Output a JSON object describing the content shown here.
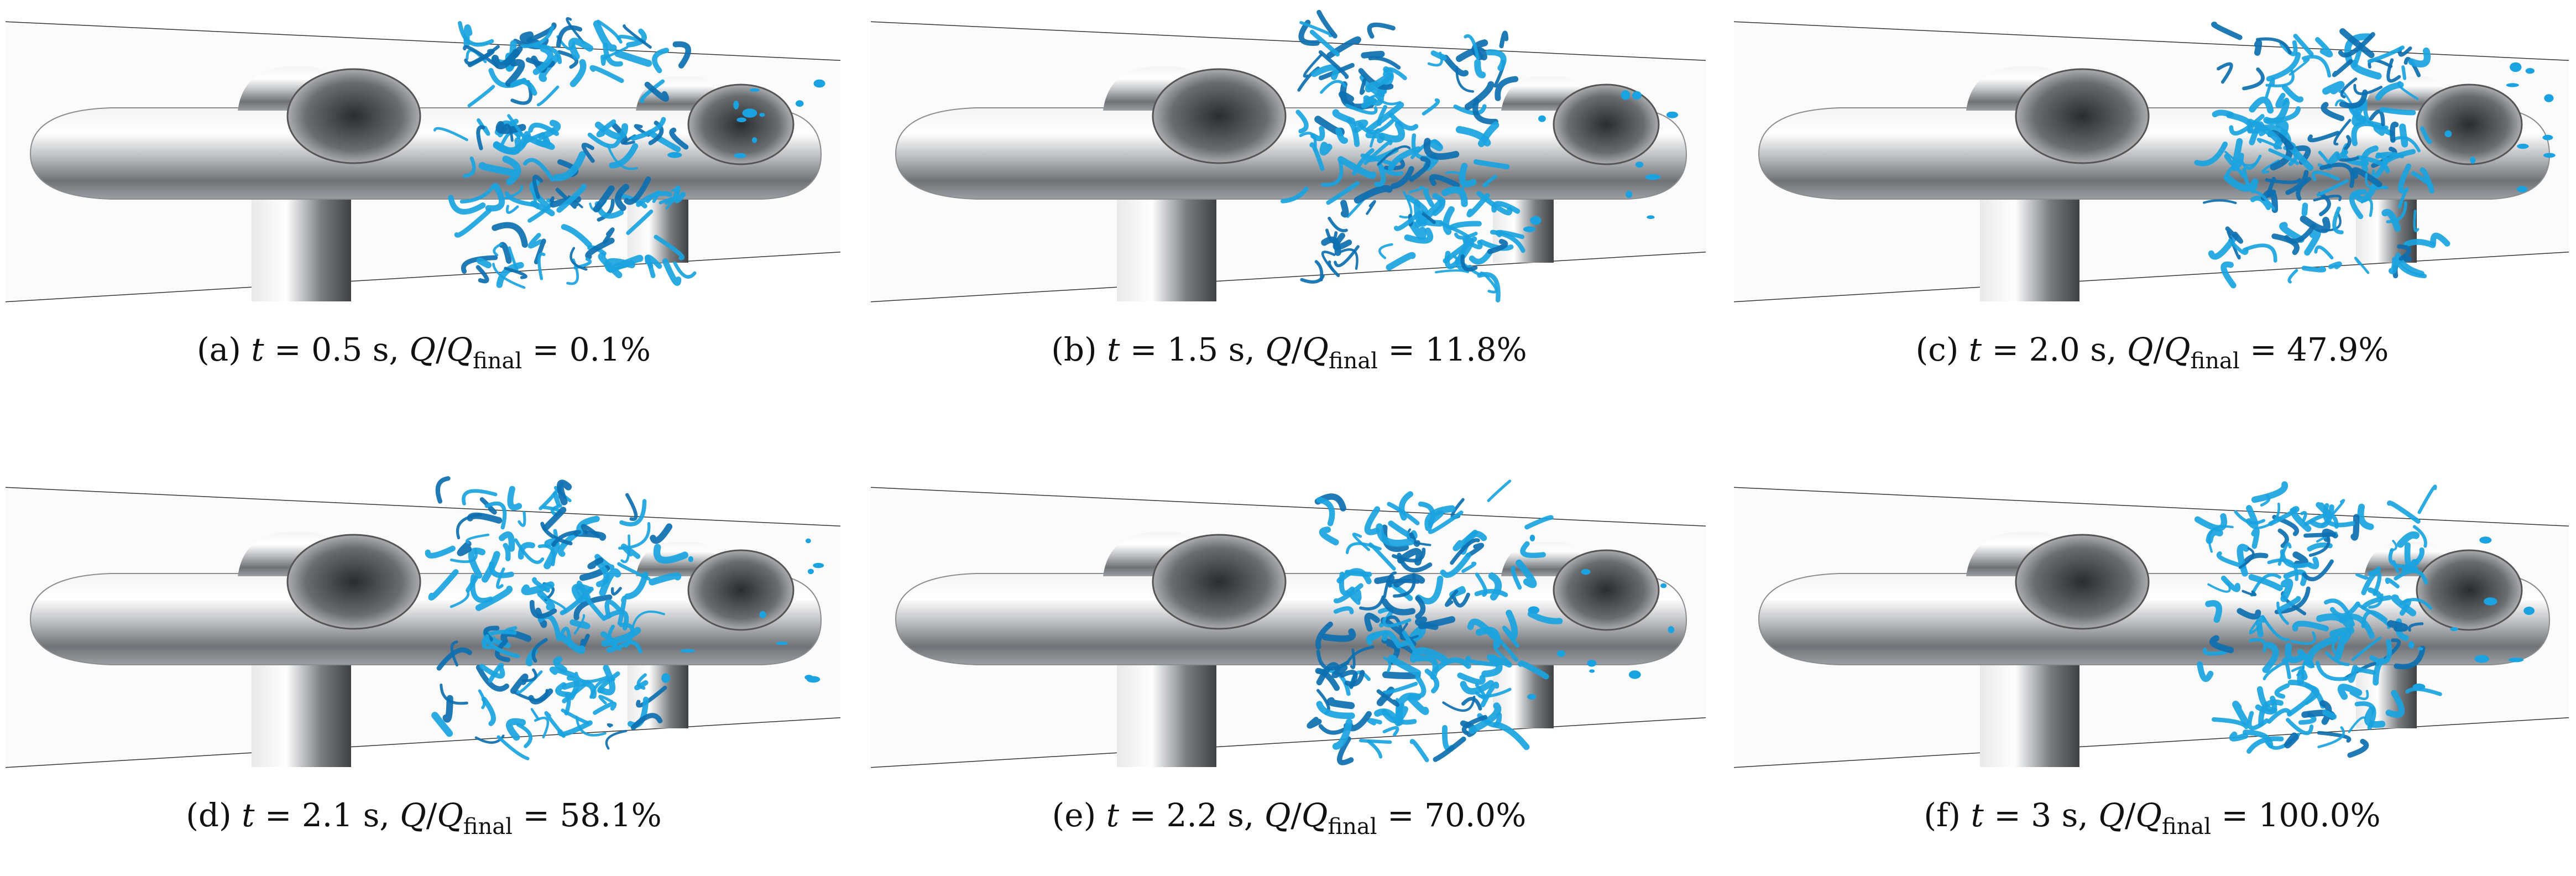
{
  "panels": [
    {
      "tag": "(a)",
      "time_value": "0.5 s,",
      "ratio_value": "0.1%"
    },
    {
      "tag": "(b)",
      "time_value": "1.5 s,",
      "ratio_value": "11.8%"
    },
    {
      "tag": "(c)",
      "time_value": "2.0 s,",
      "ratio_value": "47.9%"
    },
    {
      "tag": "(d)",
      "time_value": "2.1 s,",
      "ratio_value": "58.1%"
    },
    {
      "tag": "(e)",
      "time_value": "2.2 s,",
      "ratio_value": "70.0%"
    },
    {
      "tag": "(f)",
      "time_value": "3 s,",
      "ratio_value": "100.0%"
    }
  ],
  "symbols": {
    "t": "t",
    "eq": " = ",
    "Q": "Q",
    "slash": "/",
    "Q_final_base": "Q",
    "final_sub": "final"
  },
  "colors": {
    "vortex": "#1aa3e0",
    "vortex_dark": "#0d6fb0",
    "hull": "#b9bcc0",
    "pipe_edge": "#333333"
  }
}
